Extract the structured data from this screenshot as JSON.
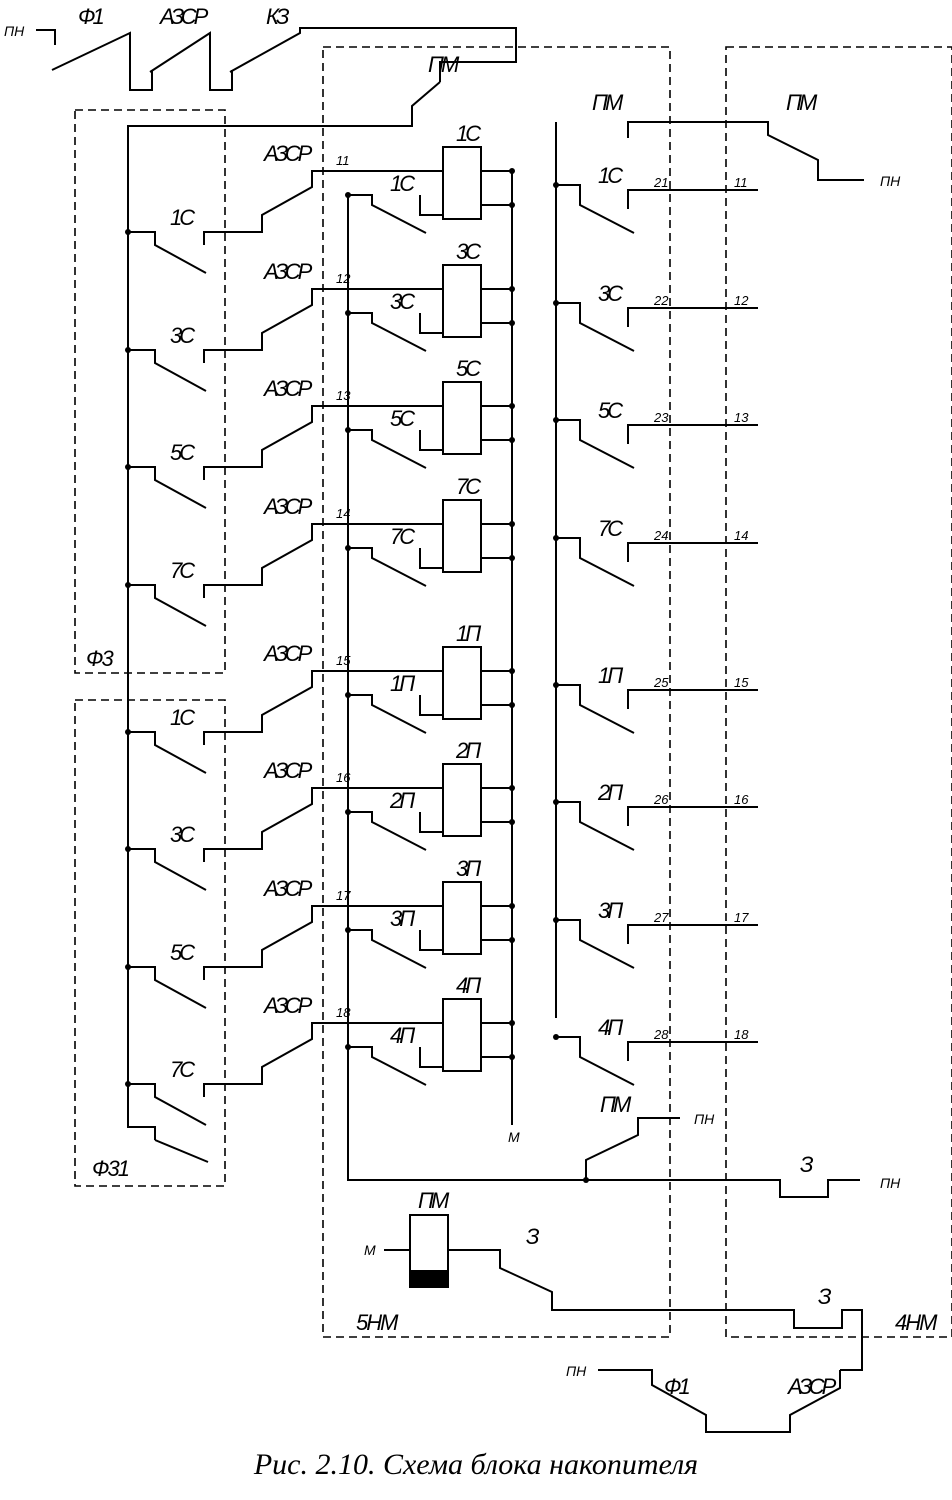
{
  "caption": "Рис. 2.10. Схема блока накопителя",
  "top_chain": {
    "supply": "ПН",
    "contacts": [
      "Ф1",
      "АЗСР",
      "КЗ"
    ]
  },
  "blocks": {
    "f3": "Ф3",
    "f31": "Ф31",
    "block5": "5НМ",
    "block4": "4НМ"
  },
  "pm_label": "ПМ",
  "m_label": "М",
  "pn_label": "ПН",
  "z_label": "З",
  "azsr_label": "АЗСР",
  "f3_contacts": [
    "1С",
    "3С",
    "5С",
    "7С"
  ],
  "f31_contacts": [
    "1С",
    "3С",
    "5С",
    "7С"
  ],
  "rows": [
    {
      "id": "1С",
      "wire": "11",
      "out": "21"
    },
    {
      "id": "3С",
      "wire": "12",
      "out": "22"
    },
    {
      "id": "5С",
      "wire": "13",
      "out": "23"
    },
    {
      "id": "7С",
      "wire": "14",
      "out": "24"
    },
    {
      "id": "1П",
      "wire": "15",
      "out": "25"
    },
    {
      "id": "2П",
      "wire": "16",
      "out": "26"
    },
    {
      "id": "3П",
      "wire": "17",
      "out": "27"
    },
    {
      "id": "4П",
      "wire": "18",
      "out": "28"
    }
  ],
  "bottom_chain": {
    "supply": "ПН",
    "contacts": [
      "Ф1",
      "АЗСР"
    ]
  }
}
